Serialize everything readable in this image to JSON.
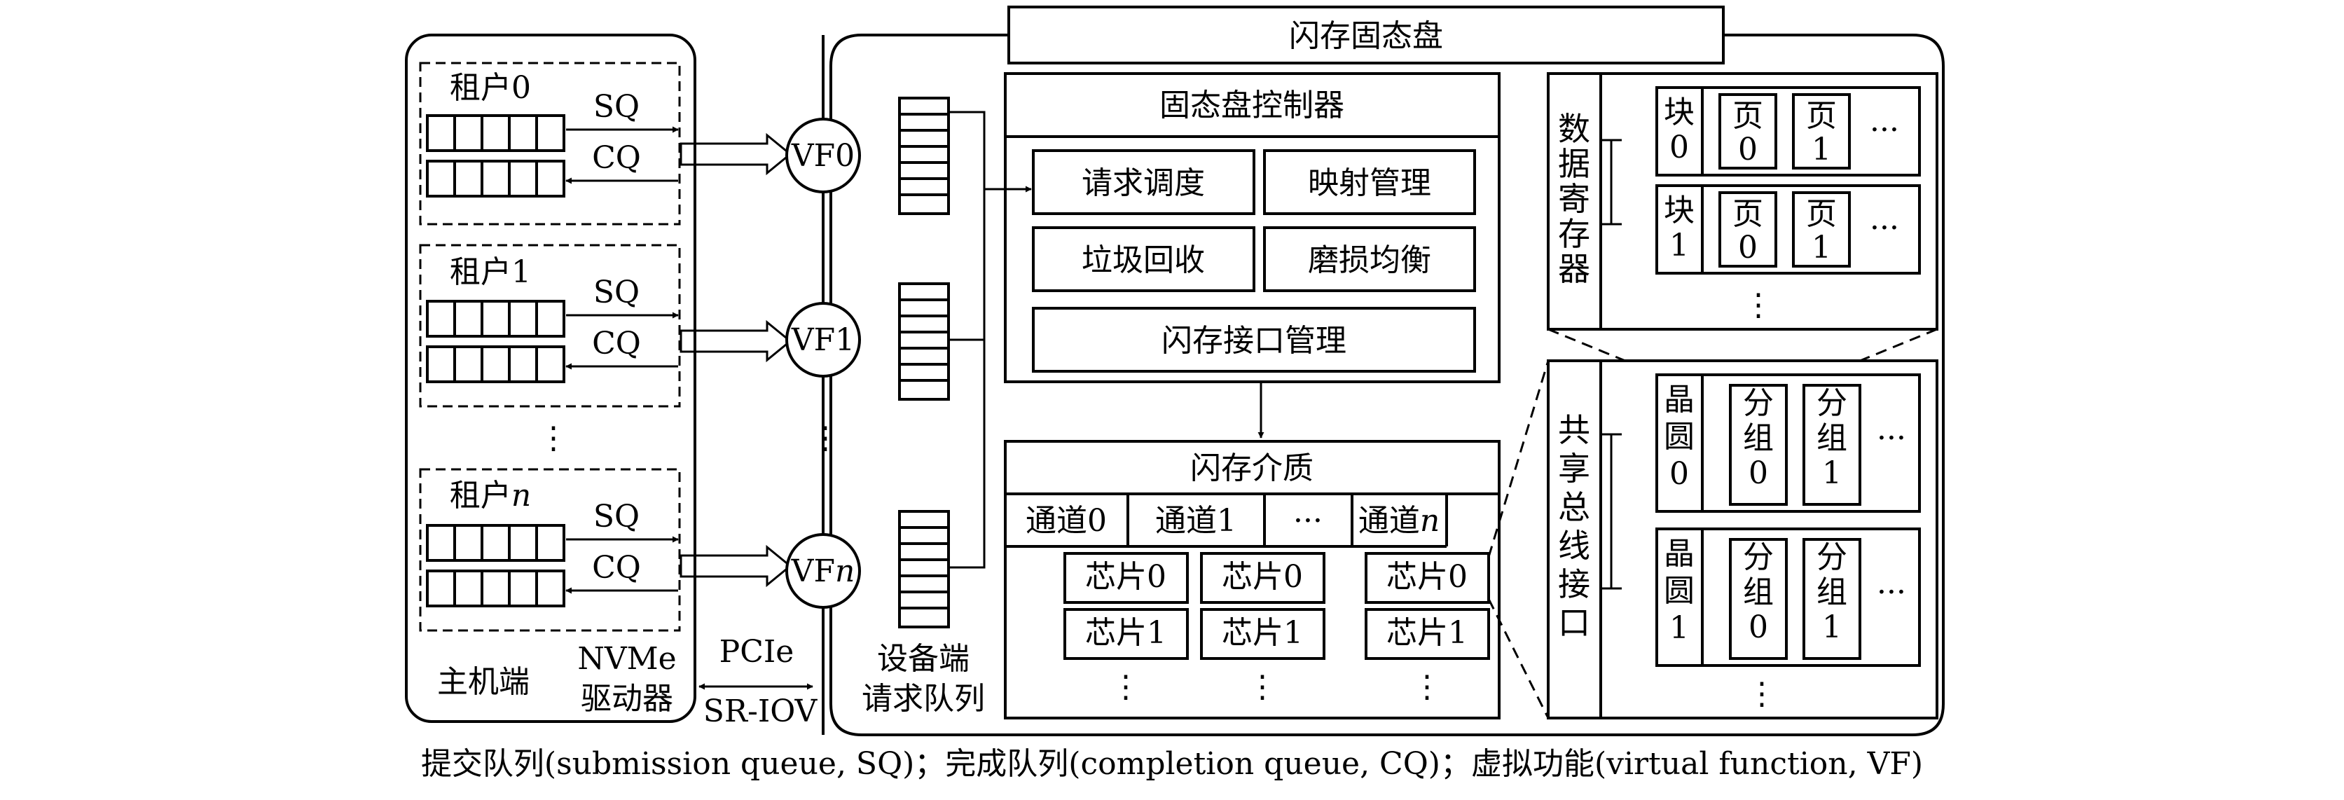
{
  "colors": {
    "stroke": "#000000",
    "background": "#ffffff"
  },
  "host": {
    "tenants": [
      {
        "label": "租户",
        "suffix": "0",
        "italic": false,
        "sq": "SQ",
        "cq": "CQ"
      },
      {
        "label": "租户",
        "suffix": "1",
        "italic": false,
        "sq": "SQ",
        "cq": "CQ"
      },
      {
        "label": "租户",
        "suffix": "n",
        "italic": true,
        "sq": "SQ",
        "cq": "CQ"
      }
    ],
    "ellipsis": "⋮",
    "host_label": "主机端",
    "driver_label_1": "NVMe",
    "driver_label_2": "驱动器"
  },
  "link": {
    "top": "PCIe",
    "bottom": "SR-IOV"
  },
  "vfs": [
    {
      "prefix": "VF",
      "suffix": "0",
      "italic": false
    },
    {
      "prefix": "VF",
      "suffix": "1",
      "italic": false
    },
    {
      "prefix": "VF",
      "suffix": "n",
      "italic": true
    }
  ],
  "vf_ellipsis": "⋮",
  "device_queue_label_1": "设备端",
  "device_queue_label_2": "请求队列",
  "ssd_title": "闪存固态盘",
  "controller": {
    "title": "固态盘控制器",
    "modules": [
      "请求调度",
      "映射管理",
      "垃圾回收",
      "磨损均衡"
    ],
    "interface_module": "闪存接口管理"
  },
  "media": {
    "title": "闪存介质",
    "channels": [
      {
        "label": "通道",
        "suffix": "0",
        "italic": false
      },
      {
        "label": "通道",
        "suffix": "1",
        "italic": false
      },
      {
        "label": "通道",
        "suffix": "n",
        "italic": true
      }
    ],
    "channel_ellipsis": "···",
    "chips": [
      "芯片0",
      "芯片1"
    ],
    "chip_ellipsis": "⋮"
  },
  "register": {
    "title": "数据寄存器",
    "blocks": [
      {
        "char": "块",
        "num": "0",
        "pages": [
          [
            "页",
            "0"
          ],
          [
            "页",
            "1"
          ]
        ]
      },
      {
        "char": "块",
        "num": "1",
        "pages": [
          [
            "页",
            "0"
          ],
          [
            "页",
            "1"
          ]
        ]
      }
    ],
    "row_ellipsis": "···",
    "col_ellipsis": "⋮"
  },
  "bus": {
    "title": "共享总线接口",
    "wafers": [
      {
        "chars": [
          "晶",
          "圆"
        ],
        "num": "0",
        "groups": [
          [
            "分",
            "组",
            "0"
          ],
          [
            "分",
            "组",
            "1"
          ]
        ]
      },
      {
        "chars": [
          "晶",
          "圆"
        ],
        "num": "1",
        "groups": [
          [
            "分",
            "组",
            "0"
          ],
          [
            "分",
            "组",
            "1"
          ]
        ]
      }
    ],
    "row_ellipsis": "···",
    "col_ellipsis": "⋮"
  },
  "caption": "提交队列(submission queue, SQ)；完成队列(completion queue, CQ)；虚拟功能(virtual function, VF)"
}
